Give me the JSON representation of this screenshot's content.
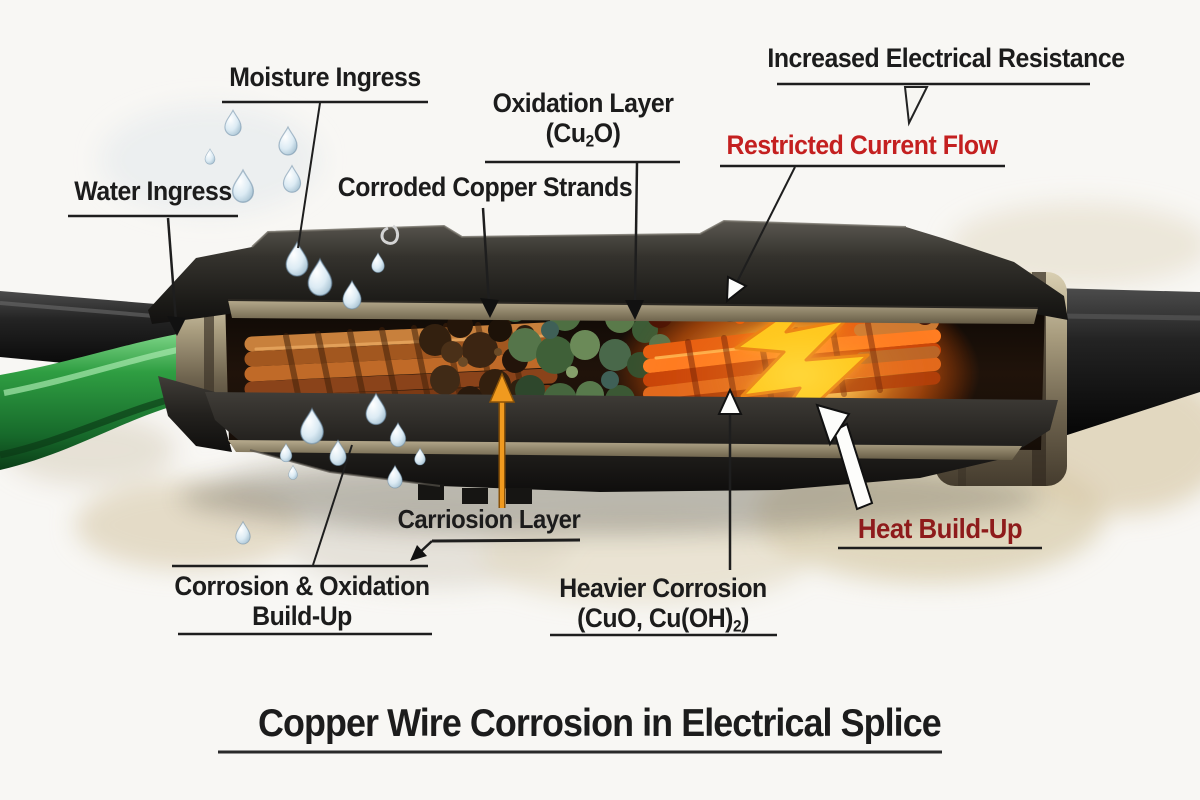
{
  "title": {
    "text": "Copper Wire Corrosion in Electrical Splice"
  },
  "labels": {
    "moisture_ingress": {
      "text": "Moisture Ingress"
    },
    "water_ingress": {
      "text": "Water Ingress"
    },
    "oxidation_layer": {
      "line1": "Oxidation Layer",
      "formula_pre": "(Cu",
      "formula_sub": "2",
      "formula_post": "O)"
    },
    "corroded_strands": {
      "text": "Corroded Copper Strands"
    },
    "increased_resistance": {
      "text": "Increased Electrical Resistance"
    },
    "restricted_flow": {
      "text": "Restricted Current Flow",
      "color": "#c42020"
    },
    "carriosion_layer": {
      "text": "Carriosion Layer"
    },
    "corrosion_buildup": {
      "line1": "Corrosion & Oxidation",
      "line2": "Build-Up"
    },
    "heavier_corrosion": {
      "line1": "Heavier Corrosion",
      "formula_pre": "(CuO, Cu(OH)",
      "formula_sub": "2",
      "formula_post": ")"
    },
    "heat_buildup": {
      "text": "Heat Build-Up",
      "color": "#8e1b1b"
    }
  },
  "colors": {
    "label_text": "#1c1c1c",
    "restricted_flow_red": "#c42020",
    "heat_buildup_maroon": "#8e1b1b",
    "copper": "#c07a38",
    "dark_corrosion": "#33200f",
    "green_patina": "#4e6f42",
    "hot_glow": "#ff7a1a",
    "lightning_yellow": "#ffd21c",
    "green_cable": "#2f9e42",
    "housing_dark": "#26241f",
    "water_droplet": "#bcd4e4"
  }
}
